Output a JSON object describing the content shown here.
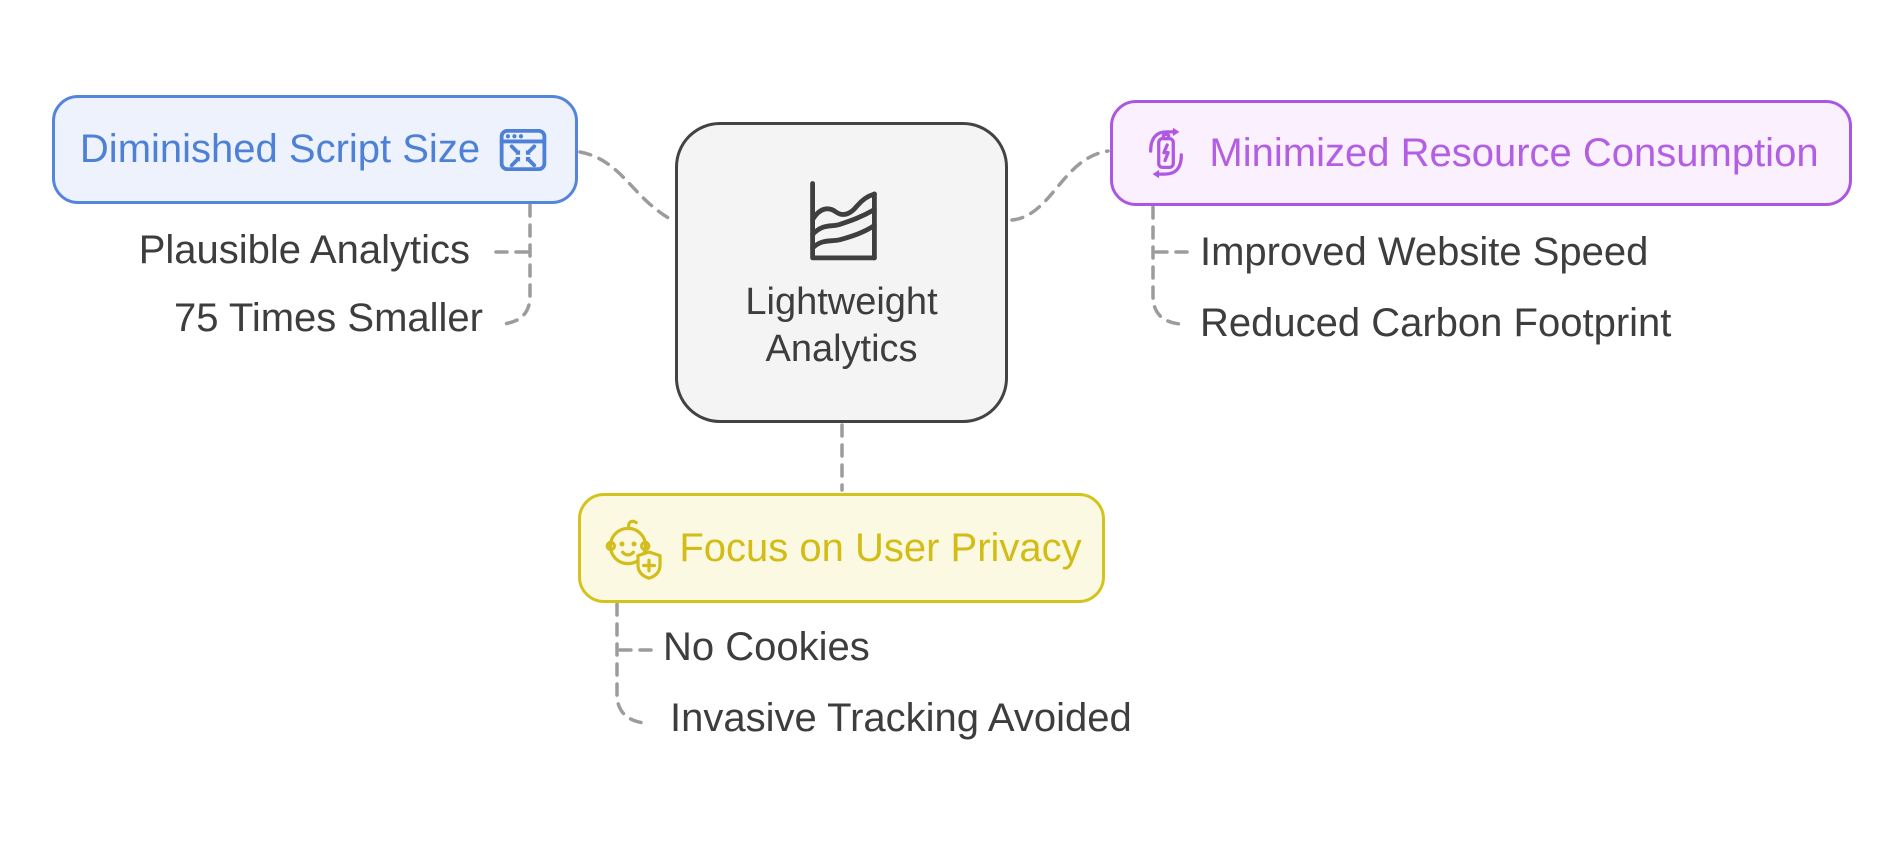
{
  "center": {
    "line1": "Lightweight",
    "line2": "Analytics",
    "icon": "area-chart-icon"
  },
  "branches": [
    {
      "id": "diminished-script-size",
      "label": "Diminished Script Size",
      "icon": "compress-window-icon",
      "accent": "#4e81d6",
      "border": "#5585d8",
      "fill": "#edf2fc",
      "children": [
        "Plausible Analytics",
        "75 Times Smaller"
      ]
    },
    {
      "id": "minimized-resource-consumption",
      "label": "Minimized Resource Consumption",
      "icon": "battery-recycle-icon",
      "accent": "#b35fe4",
      "border": "#ab57e0",
      "fill": "#faf0fe",
      "children": [
        "Improved Website Speed",
        "Reduced Carbon Footprint"
      ]
    },
    {
      "id": "focus-on-user-privacy",
      "label": "Focus on User Privacy",
      "icon": "baby-shield-icon",
      "accent": "#d2bc15",
      "border": "#d5c31d",
      "fill": "#fcf9e2",
      "children": [
        "No Cookies",
        "Invasive Tracking Avoided"
      ]
    }
  ],
  "colors": {
    "connector": "#9c9c9c",
    "center_border": "#434343",
    "center_fill": "#f4f4f4",
    "sub_text": "#3d3d3d",
    "background": "#ffffff"
  }
}
